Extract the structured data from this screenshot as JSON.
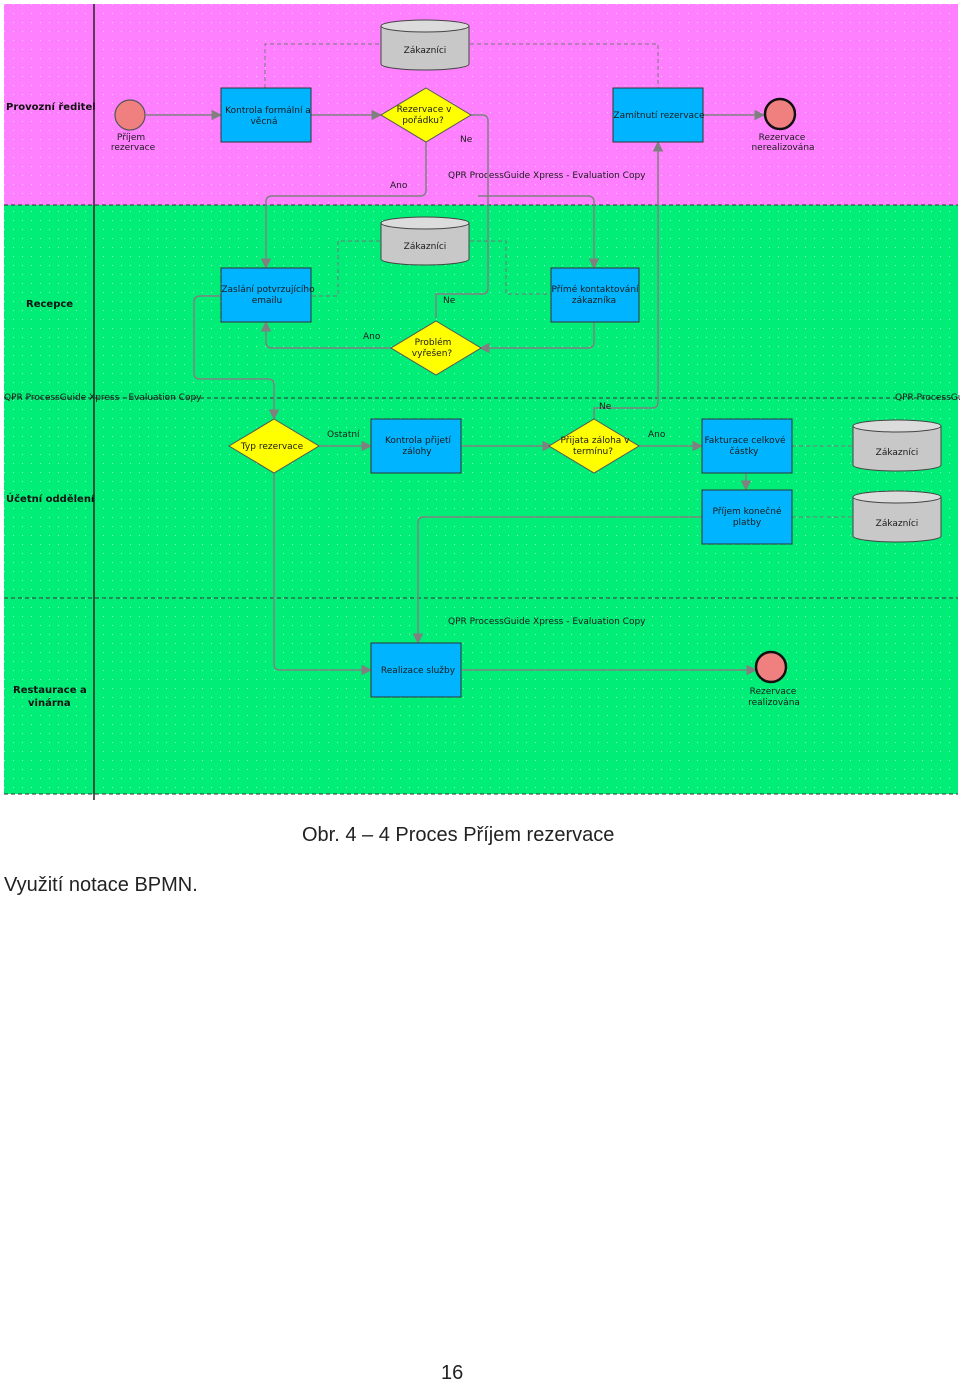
{
  "colors": {
    "lane_top": "#ff80ff",
    "lane_green": "#00ee78",
    "task": "#00b4ff",
    "gateway": "#ffff00",
    "event": "#f08080",
    "datastore": "#c8c8c8"
  },
  "lanes": [
    {
      "label": "Provozní ředitel"
    },
    {
      "label": "Recepce"
    },
    {
      "label": "Účetní oddělení"
    },
    {
      "label_lines": [
        "Restaurace a",
        "vinárna"
      ]
    }
  ],
  "watermark": "QPR ProcessGuide Xpress - Evaluation Copy",
  "watermark_partial": "QPR ProcessGu",
  "datastores": {
    "ds1": "Zákazníci",
    "ds2": "Zákazníci",
    "ds3": "Zákazníci",
    "ds4": "Zákazníci"
  },
  "events": {
    "start": [
      "Příjem",
      "rezervace"
    ],
    "end_not_realized": [
      "Rezervace",
      "nerealizována"
    ],
    "end_realized": [
      "Rezervace",
      "realizována"
    ]
  },
  "tasks": {
    "kontrola": [
      "Kontrola formální a",
      "věcná"
    ],
    "zamitnuti": [
      "Zamítnutí rezervace"
    ],
    "zaslani": [
      "Zaslání potvrzujícího",
      "emailu"
    ],
    "prime": [
      "Přímé kontaktování",
      "zákazníka"
    ],
    "kontrola_zalohy": [
      "Kontrola přijetí",
      "zálohy"
    ],
    "fakturace": [
      "Fakturace celkové",
      "částky"
    ],
    "prijem_platby": [
      "Příjem konečné",
      "platby"
    ],
    "realizace": [
      "Realizace služby"
    ]
  },
  "gateways": {
    "g1": [
      "Rezervace v",
      "pořádku?"
    ],
    "g2": [
      "Problém",
      "vyřešen?"
    ],
    "g3": [
      "Typ rezervace"
    ],
    "g4": [
      "Přijata záloha v",
      "termínu?"
    ]
  },
  "edge_labels": {
    "ne1": "Ne",
    "ano1": "Ano",
    "ne2": "Ne",
    "ano2": "Ano",
    "ostatni": "Ostatní",
    "ne3": "Ne",
    "ano3": "Ano"
  },
  "caption": "Obr. 4 – 4 Proces Příjem rezervace",
  "body_text": "Využití notace BPMN.",
  "page_number": "16"
}
